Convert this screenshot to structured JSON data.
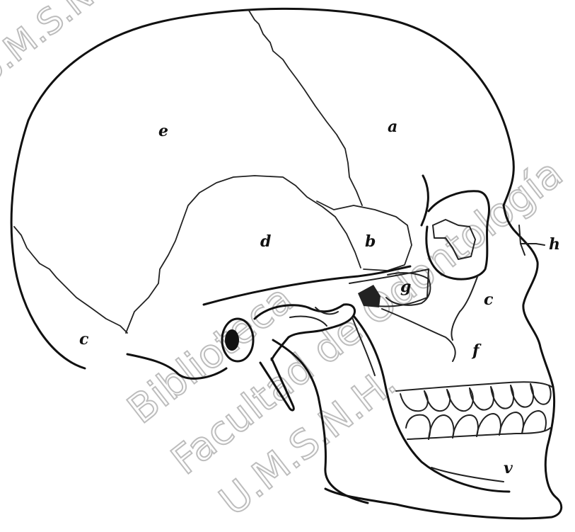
{
  "diagram": {
    "labels": {
      "a": "a",
      "b": "b",
      "c_occipital": "c",
      "d": "d",
      "e": "e",
      "c_maxilla": "c",
      "f": "f",
      "g": "g",
      "h": "h",
      "v": "v"
    }
  },
  "watermark": {
    "line1": "Biblioteca",
    "line2": "Facultad de Odontología",
    "line3": "U.M.S.N.H.",
    "corner": "U.M.S.N.H."
  },
  "colors": {
    "ink": "#111111",
    "watermark": "#bdbdbd",
    "background": "#ffffff"
  }
}
